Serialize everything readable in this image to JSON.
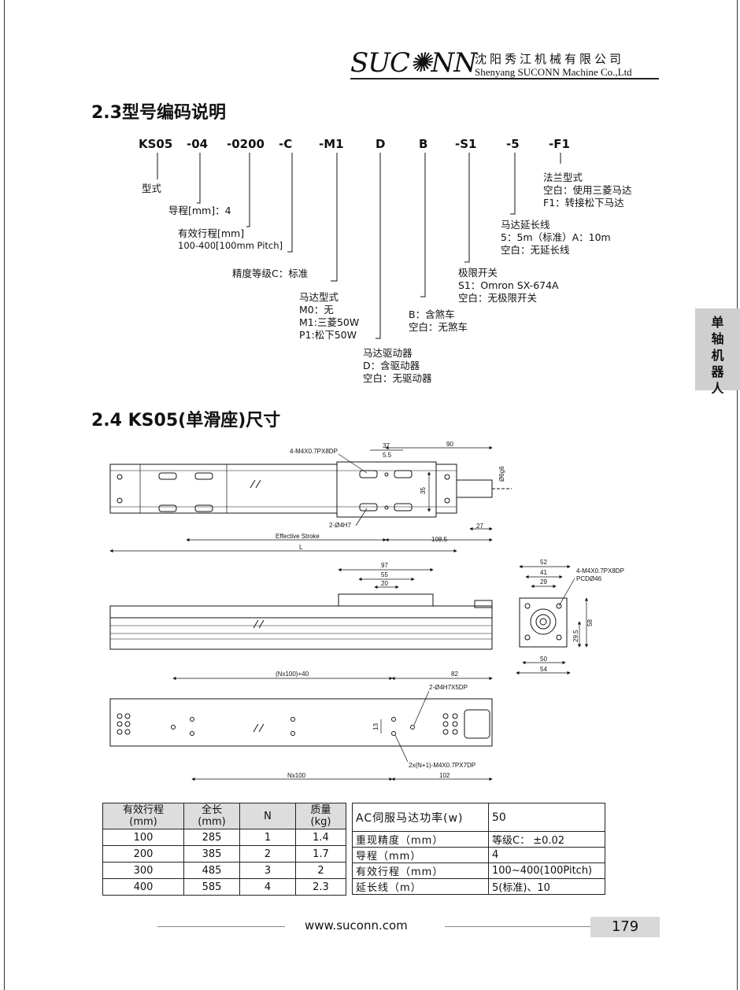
{
  "header": {
    "logo_text": "SUC✺NN",
    "company_cn": "沈阳秀江机械有限公司",
    "company_en": "Shenyang SUCONN Machine Co.,Ltd"
  },
  "side_tab": [
    "单",
    "轴",
    "机",
    "器",
    "人"
  ],
  "section1": {
    "title": "2.3型号编码说明",
    "codes": [
      "KS05",
      "-04",
      "-0200",
      "-C",
      "-M1",
      "D",
      "B",
      "-S1",
      "-5",
      "-F1"
    ],
    "desc_model": "型式",
    "desc_lead": "导程[mm]：4",
    "desc_stroke_1": "有效行程[mm]",
    "desc_stroke_2": "100-400[100mm Pitch]",
    "desc_grade": "精度等级C：标准",
    "desc_motor": [
      "马达型式",
      "M0：无",
      "M1:三菱50W",
      "P1:松下50W"
    ],
    "desc_driver": [
      "马达驱动器",
      "D：含驱动器",
      "空白：无驱动器"
    ],
    "desc_brake": [
      "B：含煞车",
      "空白：无煞车"
    ],
    "desc_limit": [
      "极限开关",
      "S1：Omron SX-674A",
      "空白：无极限开关"
    ],
    "desc_cable": [
      "马达延长线",
      "5：5m（标准）A：10m",
      "空白：无延长线"
    ],
    "desc_flange": [
      "法兰型式",
      "空白：使用三菱马达",
      "F1：转接松下马达"
    ]
  },
  "section2": {
    "title": "2.4  KS05(单滑座)尺寸"
  },
  "drawing": {
    "top": {
      "hole_note": "4-M4X0.7PX8DP",
      "pin_note": "2-Ø4H7",
      "d37": "37",
      "d5_5": "5.5",
      "d90": "90",
      "d35": "35",
      "shaft": "Ø6g6",
      "d27": "27",
      "stroke": "Effective Stroke",
      "d108_5": "108.5",
      "L": "L"
    },
    "side": {
      "d97": "97",
      "d55": "55",
      "d20": "20"
    },
    "end": {
      "d52": "52",
      "d41": "41",
      "d29": "29",
      "note1": "4-M4X0.7PX8DP",
      "note2": "PCDØ46",
      "d58": "58",
      "d29_5": "29.5",
      "d50": "50",
      "d54": "54"
    },
    "bottom": {
      "pitch": "(Nx100)+40",
      "d82": "82",
      "pin": "2-Ø4H7X5DP",
      "d13": "13",
      "holes": "2x(N+1)-M4X0.7PX7DP",
      "nx100": "Nx100",
      "d102": "102"
    }
  },
  "table_left": {
    "headers": [
      [
        "有效行程",
        "(mm)"
      ],
      [
        "全长",
        "(mm)"
      ],
      [
        "N"
      ],
      [
        "质量",
        "(kg)"
      ]
    ],
    "rows": [
      [
        "100",
        "285",
        "1",
        "1.4"
      ],
      [
        "200",
        "385",
        "2",
        "1.7"
      ],
      [
        "300",
        "485",
        "3",
        "2"
      ],
      [
        "400",
        "585",
        "4",
        "2.3"
      ]
    ]
  },
  "table_right": {
    "rows": [
      [
        "AC伺服马达功率(w)",
        "50"
      ],
      [
        "重现精度（mm）",
        "等级C： ±0.02"
      ],
      [
        "导程（mm）",
        "4"
      ],
      [
        "有效行程（mm）",
        "100~400(100Pitch)"
      ],
      [
        "延长线（m）",
        "5(标准)、10"
      ]
    ]
  },
  "footer": {
    "url": "www.suconn.com",
    "page": "179"
  }
}
